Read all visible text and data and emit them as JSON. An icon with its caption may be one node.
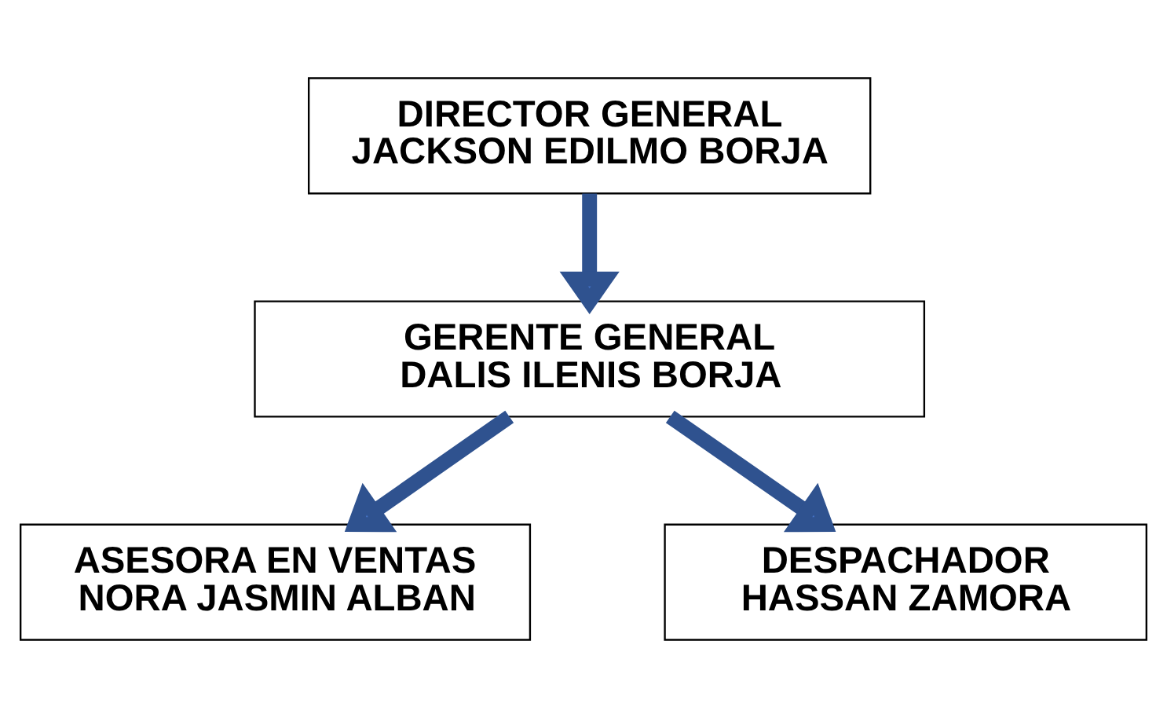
{
  "diagram": {
    "nodes": [
      {
        "text": [
          "DIRECTOR GENERAL",
          "JACKSON EDILMO BORJA"
        ]
      },
      {
        "text": [
          "GERENTE GENERAL",
          "DALIS ILENIS BORJA"
        ]
      },
      {
        "text": [
          "ASESORA EN VENTAS",
          "NORA JASMIN ALBAN"
        ]
      },
      {
        "text": [
          "DESPACHADOR",
          "HASSAN ZAMORA"
        ]
      }
    ],
    "edges": [
      {
        "from": 0,
        "to": 1,
        "arrow": "to"
      },
      {
        "from": 1,
        "to": 2,
        "arrow": "to"
      },
      {
        "from": 1,
        "to": 3,
        "arrow": "to"
      }
    ]
  }
}
